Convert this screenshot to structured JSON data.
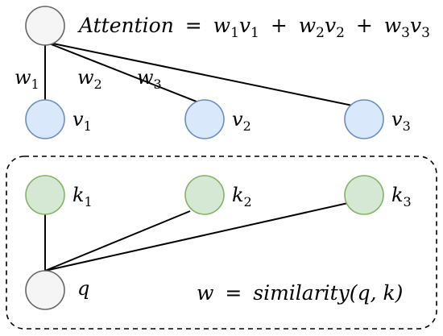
{
  "colors": {
    "node_gray_fill": "#f5f5f5",
    "node_gray_stroke": "#666666",
    "node_blue_fill": "#dae8fc",
    "node_blue_stroke": "#6c8ebf",
    "node_green_fill": "#d5e8d4",
    "node_green_stroke": "#82b366",
    "edge": "#000000",
    "dashed_box": "#000000"
  },
  "attention_equation": {
    "lhs": "Attention",
    "eq": "=",
    "w1": "w",
    "w1_sub": "1",
    "v1": "v",
    "v1_sub": "1",
    "plus1": "+",
    "w2": "w",
    "w2_sub": "2",
    "v2": "v",
    "v2_sub": "2",
    "plus2": "+",
    "w3": "w",
    "w3_sub": "3",
    "v3": "v",
    "v3_sub": "3"
  },
  "edge_labels": {
    "w1": {
      "base": "w",
      "sub": "1"
    },
    "w2": {
      "base": "w",
      "sub": "2"
    },
    "w3": {
      "base": "w",
      "sub": "3"
    }
  },
  "value_nodes": [
    {
      "base": "v",
      "sub": "1"
    },
    {
      "base": "v",
      "sub": "2"
    },
    {
      "base": "v",
      "sub": "3"
    }
  ],
  "key_nodes": [
    {
      "base": "k",
      "sub": "1"
    },
    {
      "base": "k",
      "sub": "2"
    },
    {
      "base": "k",
      "sub": "3"
    }
  ],
  "query_label": "q",
  "similarity_equation": {
    "lhs": "w",
    "eq": "=",
    "rhs": "similarity(q, k)"
  }
}
